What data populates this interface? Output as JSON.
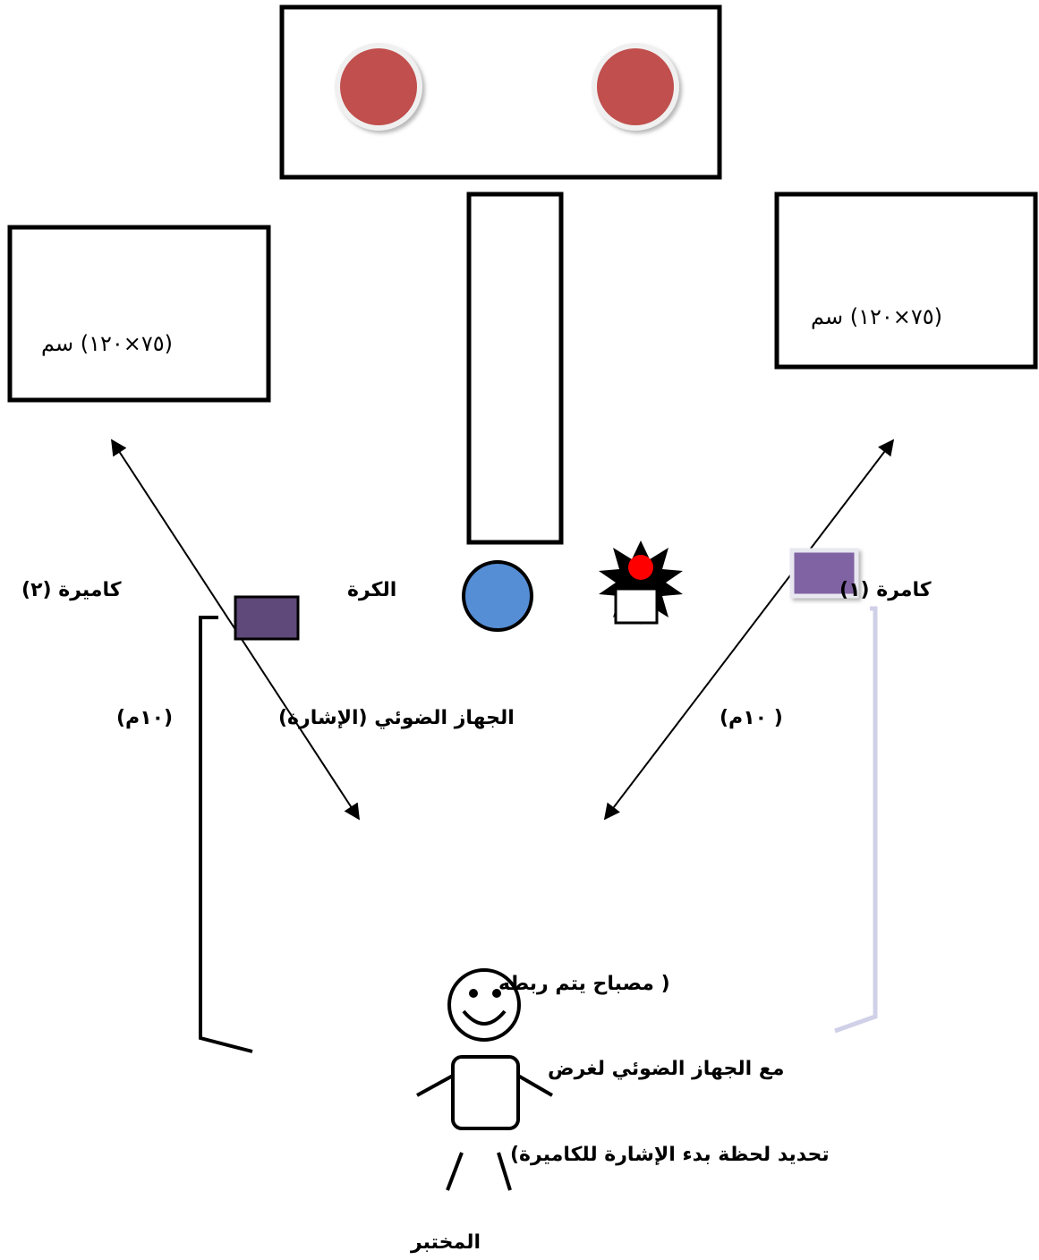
{
  "target_box_left": {
    "dimension": "(٧٥×١٢٠) سم"
  },
  "target_box_right": {
    "dimension": "(٧٥×١٢٠) سم"
  },
  "distance_left": "(١٠م)",
  "distance_right": "( ١٠م)",
  "light_device_label": "الجهاز الضوئي (الإشارة)",
  "camera_1_label": "كامرة (١)",
  "camera_2_label": "كاميرة (٢)",
  "ball_label": "الكرة",
  "lamp_note": {
    "line1": "( مصباح يتم ربطه",
    "line2": "مع الجهاز الضوئي لغرض",
    "line3": "تحديد لحظة بدء الإشارة للكاميرة)"
  },
  "tester_label": "المختبر",
  "colors": {
    "goal_circle": "#c0504d",
    "ball": "#558ed5",
    "lamp": "#ff0000",
    "camera_1": "#8064a2",
    "camera_2": "#5f497a",
    "camera_1_stand": "#d0d0e8"
  }
}
